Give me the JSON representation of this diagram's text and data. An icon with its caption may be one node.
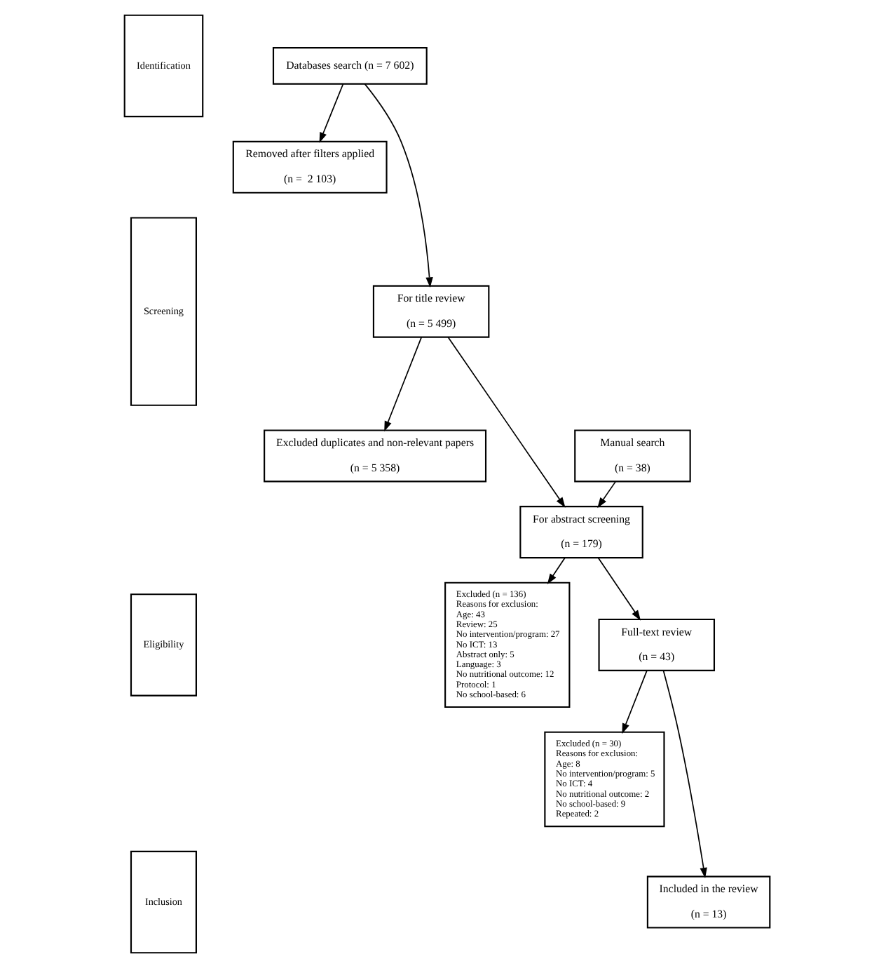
{
  "diagram": {
    "nodes": [
      {
        "text": [
          "Identification"
        ]
      },
      {
        "text": [
          "Screening"
        ]
      },
      {
        "text": [
          "Eligibility"
        ]
      },
      {
        "text": [
          "Inclusion"
        ]
      },
      {
        "text": [
          "Databases search (n = 7 602)"
        ]
      },
      {
        "text": [
          "Removed after filters applied",
          "(n =  2 103)"
        ]
      },
      {
        "text": [
          "For title review",
          "(n = 5 499)"
        ]
      },
      {
        "text": [
          "Manual search",
          "(n = 38)"
        ]
      },
      {
        "text": [
          "Excluded duplicates and non-relevant papers",
          "(n = 5 358)"
        ]
      },
      {
        "text": [
          "For abstract screening",
          "(n = 179)"
        ]
      },
      {
        "text": [
          "Excluded (n = 136)",
          "Reasons for exclusion:",
          "Age: 43",
          "Review: 25",
          "No intervention/program: 27",
          "No ICT: 13",
          "Abstract only: 5",
          "Language: 3",
          "No nutritional outcome: 12",
          "Protocol: 1",
          "No school-based: 6"
        ]
      },
      {
        "text": [
          "Full-text review",
          "(n = 43)"
        ]
      },
      {
        "text": [
          "Excluded (n = 30)",
          "Reasons for exclusion:",
          "Age: 8",
          "No intervention/program: 5",
          "No ICT: 4",
          "No nutritional outcome: 2",
          "No school-based: 9",
          "Repeated: 2"
        ]
      },
      {
        "text": [
          "Included in the review",
          "(n = 13)"
        ]
      }
    ],
    "edges": [
      {
        "from": 4,
        "to": 6,
        "arrow": "to"
      },
      {
        "from": 4,
        "to": 5,
        "arrow": "to"
      },
      {
        "from": 6,
        "to": 9,
        "arrow": "to"
      },
      {
        "from": 6,
        "to": 8,
        "arrow": "to"
      },
      {
        "from": 7,
        "to": 9,
        "arrow": "to"
      },
      {
        "from": 9,
        "to": 11,
        "arrow": "to"
      },
      {
        "from": 9,
        "to": 10,
        "arrow": "to"
      },
      {
        "from": 11,
        "to": 13,
        "arrow": "to"
      },
      {
        "from": 11,
        "to": 12,
        "arrow": "to"
      }
    ]
  }
}
